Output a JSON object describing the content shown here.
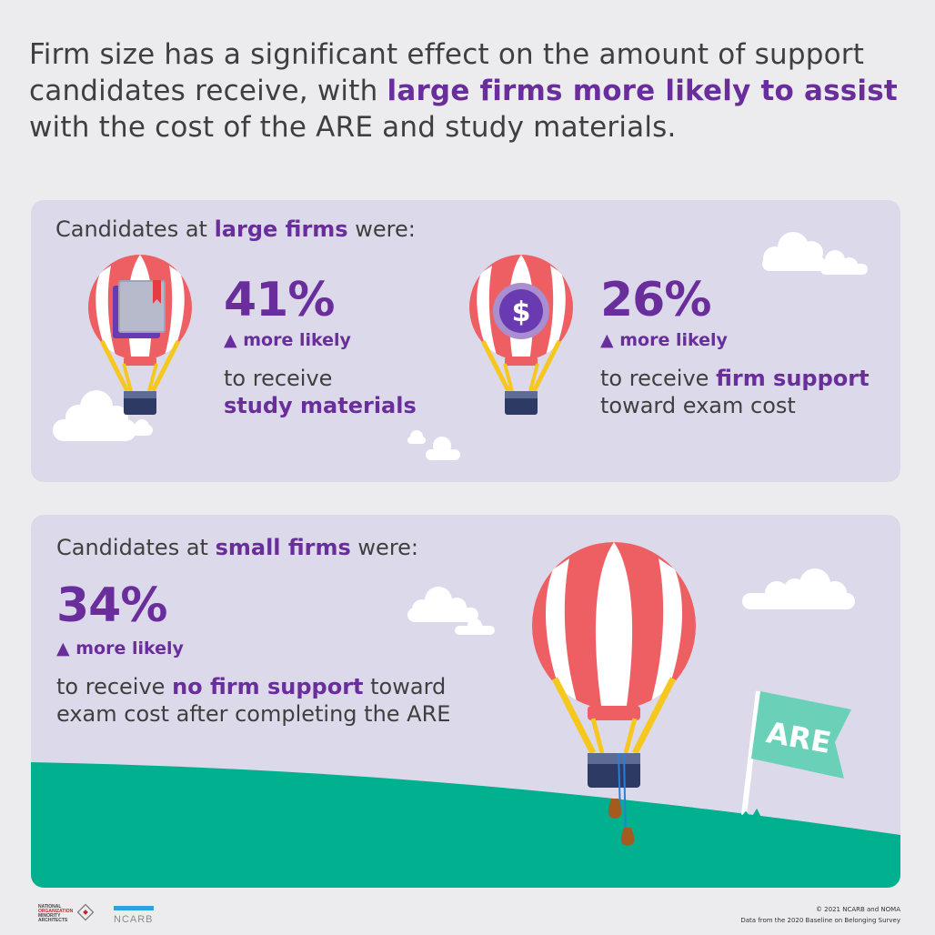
{
  "headline": {
    "part1": "Firm size has a significant effect on the amount of support candidates receive, with ",
    "highlight": "large firms more likely to assist",
    "part2": " with the cost of the ARE and study materials."
  },
  "large_firms": {
    "intro_pre": "Candidates at ",
    "intro_highlight": "large firms",
    "intro_post": " were:",
    "stat1": {
      "value": "41%",
      "more": "▲ more likely",
      "line1": "to receive",
      "line2_highlight": "study materials"
    },
    "stat2": {
      "value": "26%",
      "more": "▲ more likely",
      "line1_pre": "to receive ",
      "line1_highlight": "firm support",
      "line2": "toward exam cost"
    }
  },
  "small_firms": {
    "intro_pre": "Candidates at ",
    "intro_highlight": "small firms",
    "intro_post": " were:",
    "stat": {
      "value": "34%",
      "more": "▲ more likely",
      "line1_pre": "to receive ",
      "line1_highlight": "no firm support",
      "line1_post": " toward",
      "line2": "exam cost after completing the ARE"
    },
    "flag_text": "ARE"
  },
  "footer": {
    "copyright": "© 2021 NCARB and NOMA",
    "source": "Data from the 2020 Baseline on Belonging Survey",
    "noma_lines": [
      "NATIONAL",
      "ORGANIZATION",
      "MINORITY",
      "ARCHITECTS"
    ],
    "ncarb": "NCARB"
  },
  "colors": {
    "purple": "#6a2e9c",
    "panel": "#dcdaea",
    "balloon_red": "#ee5f64",
    "grass": "#00b08e",
    "flag": "#6ad1b8"
  }
}
